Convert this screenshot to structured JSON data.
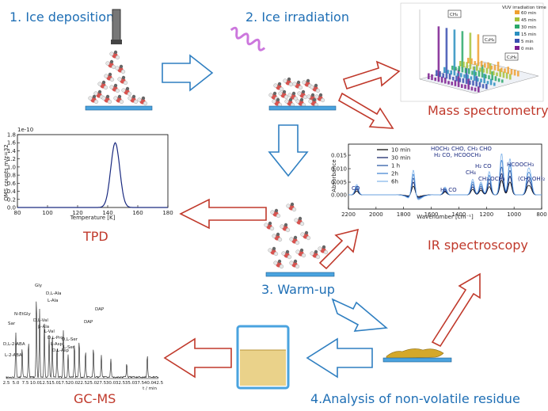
{
  "steps": {
    "ice_deposition": "1. Ice deposition",
    "ice_irradiation": "2. Ice irradiation",
    "warm_up": "3. Warm-up",
    "analysis_residue": "4.Analysis of non-volatile residue"
  },
  "techniques": {
    "mass_spectrometry": "Mass spectrometry",
    "ir_spectroscopy": "IR spectroscopy",
    "tpd": "TPD",
    "gcms": "GC-MS"
  },
  "colors": {
    "step_text": "#1f6fb5",
    "technique_text": "#c0392b",
    "blue_arrow": "#2f7fc1",
    "red_arrow": "#c0392b",
    "substrate": "#4aa3df",
    "residue": "#d4a82a",
    "uv_wave": "#cc77dd"
  },
  "icons": [
    "ice-nozzle-icon",
    "molecule-cluster-icon",
    "uv-wave-icon",
    "beaker-icon",
    "residue-icon"
  ],
  "tpd_chart": {
    "type": "line",
    "exponent": "1e-10",
    "ylabel": "QMS counts m/z=32",
    "xlabel": "Temperature [K]",
    "xticks": [
      "80",
      "100",
      "120",
      "140",
      "160",
      "180"
    ],
    "yticks": [
      "0.0",
      "0.2",
      "0.4",
      "0.6",
      "0.8",
      "1.0",
      "1.2",
      "1.4",
      "1.6",
      "1.8"
    ]
  },
  "ir_chart": {
    "type": "line",
    "ylabel": "Absorbance",
    "xlabel": "Wavenumber [cm⁻¹]",
    "xticks": [
      "2200",
      "2000",
      "1800",
      "1600",
      "1400",
      "1200",
      "1000",
      "800"
    ],
    "yticks": [
      "0.015",
      "0.010",
      "0.005",
      "0.000"
    ],
    "legend": [
      "10 min",
      "30 min",
      "1 h",
      "2h",
      "6h"
    ],
    "annotations": [
      "CO",
      "HOCH₂ CHO, CH₃ CHO",
      "H₂ CO, HCOOCH₃",
      "H₂ CO",
      "CH₄",
      "H₂ CO",
      "CH₃ OCH₃",
      "HCOOCH₃",
      "(CH₂ OH)₂"
    ]
  },
  "ms_chart": {
    "type": "bar3d",
    "title": "VUV irradiation time",
    "labels": [
      "CH₄",
      "C₂H₄",
      "C₂H₆"
    ],
    "legend": [
      "60 min",
      "45 min",
      "30 min",
      "15 min",
      "5 min",
      "0 min"
    ]
  },
  "gcms_chart": {
    "type": "line",
    "xticks": [
      "2.5",
      "5.0",
      "7.5",
      "10.0",
      "12.5",
      "15.0",
      "17.5",
      "20.0",
      "22.5",
      "25.0",
      "27.5",
      "30.0",
      "32.5",
      "35.0",
      "37.5",
      "40.0",
      "42.5"
    ],
    "xunit": "t / min",
    "peaks": [
      "Gly",
      "D,L-Ala",
      "L-Ala",
      "N-EtGly",
      "Sar",
      "D,L-2-ABA",
      "L-2-ABA",
      "D,L-Val",
      "β-Ala",
      "L-Val",
      "D,L-Pro",
      "L-Asp",
      "D,L-Asp",
      "D,L-Ser",
      "L-Ser",
      "DAP",
      "DAP"
    ]
  }
}
